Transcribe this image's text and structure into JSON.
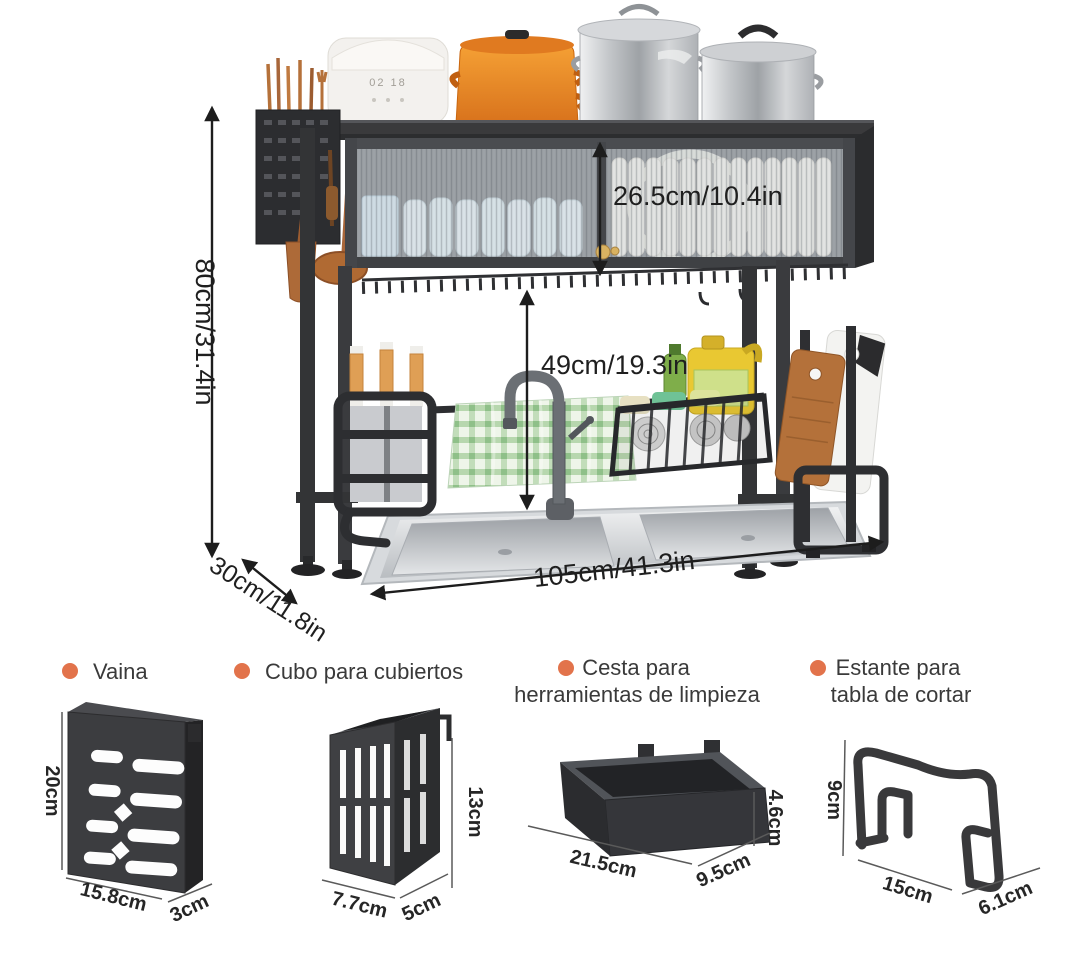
{
  "product": {
    "cooker_display": "02 18",
    "dims": {
      "height": "80cm/31.4in",
      "depth": "30cm/11.8in",
      "width": "105cm/41.3in",
      "cabinet_height": "26.5cm/10.4in",
      "clearance": "49cm/19.3in"
    }
  },
  "accessories": [
    {
      "label": "Vaina",
      "height": "20cm",
      "width": "15.8cm",
      "depth": "3cm"
    },
    {
      "label": "Cubo para cubiertos",
      "height": "13cm",
      "width": "7.7cm",
      "depth": "5cm"
    },
    {
      "label_line1": "Cesta para",
      "label_line2": "herramientas de limpieza",
      "height": "4.6cm",
      "width": "21.5cm",
      "depth": "9.5cm"
    },
    {
      "label_line1": "Estante para",
      "label_line2": "tabla de cortar",
      "height": "9cm",
      "width": "15cm",
      "depth": "6.1cm"
    }
  ],
  "colors": {
    "bullet": "#e2734b",
    "rack": "#333436",
    "knob_gold": "#d9b261",
    "text": "#1f1f1f"
  }
}
